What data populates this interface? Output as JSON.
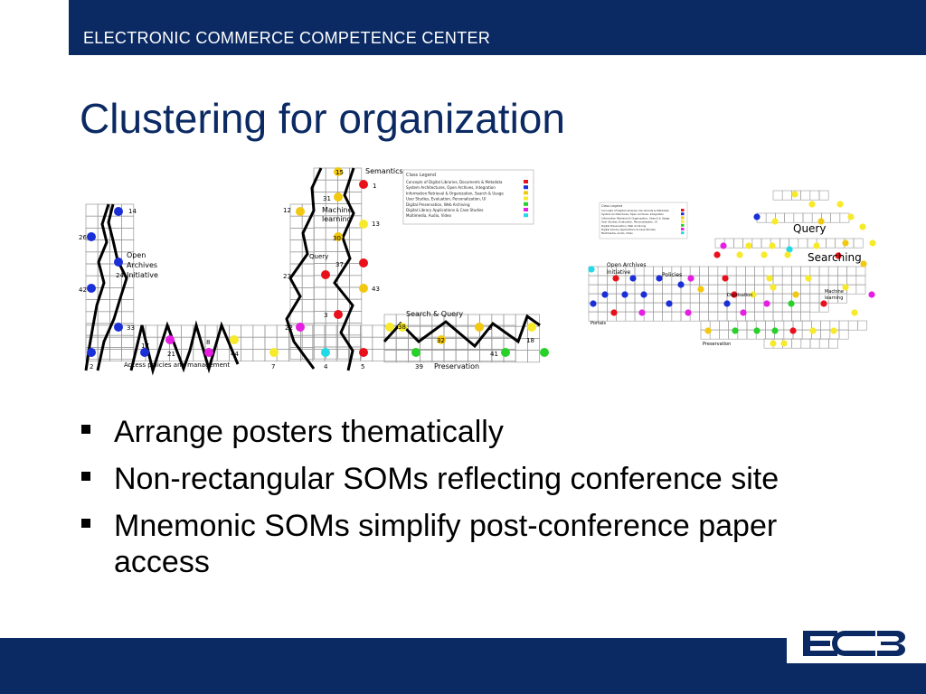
{
  "header": {
    "org_name": "ELECTRONIC COMMERCE COMPETENCE CENTER"
  },
  "slide": {
    "title": "Clustering for organization"
  },
  "bullets": [
    "Arrange posters thematically",
    "Non-rectangular SOMs reflecting conference site",
    "Mnemonic SOMs simplify post-conference paper access"
  ],
  "left_som": {
    "cluster_labels": {
      "semantics": "Semantics",
      "machine_learning_l1": "Machine",
      "machine_learning_l2": "learning",
      "open_archives_l1": "Open",
      "open_archives_l2": "Archives",
      "open_archives_l3": "Initiative",
      "query": "Query",
      "search_query": "Search & Query",
      "access": "Access policies and management",
      "preservation": "Preservation"
    },
    "numbers": [
      "15",
      "1",
      "31",
      "12",
      "13",
      "30",
      "37",
      "23",
      "43",
      "14",
      "26",
      "24",
      "42",
      "33",
      "17",
      "21",
      "8",
      "44",
      "22",
      "3",
      "38",
      "9",
      "32",
      "18",
      "41",
      "2",
      "7",
      "4",
      "5",
      "39"
    ],
    "legend": {
      "title": "Class Legend",
      "items": [
        "Concepts of Digital Libraries, Documents & Metadata",
        "System Architectures, Open Archives, Integration",
        "Information Retrieval & Organization, Search & Usage",
        "User Studies, Evaluation, Personalization, UI",
        "Digital Preservation, Web Archiving",
        "Digital Library Applications & Case Studies",
        "Multimedia, Audio, Video"
      ],
      "colors": [
        "#e8101a",
        "#1a2fd6",
        "#f2c811",
        "#f7ea2a",
        "#27d12a",
        "#e51ee2",
        "#22d9e6"
      ]
    }
  },
  "right_som": {
    "cluster_labels": {
      "query": "Query",
      "searching": "Searching",
      "open_archives_l1": "Open Archives",
      "open_archives_l2": "Initiative",
      "policies": "Policies",
      "digitisation": "Digitisation",
      "machine_learning_l1": "Machine",
      "machine_learning_l2": "learning",
      "portals": "Portals",
      "preservation": "Preservation"
    },
    "legend": {
      "title": "Class Legend",
      "items": [
        "Concepts of Digital Libraries, Documents & Metadata",
        "System Architectures, Open Archives, Integration",
        "Information Retrieval & Organization, Search & Usage",
        "User Studies, Evaluation, Personalization, UI",
        "Digital Preservation, Web Archiving",
        "Digital Library Applications & Case Studies",
        "Multimedia, Audio, Video"
      ]
    }
  },
  "logo": {
    "text": "EC3",
    "color": "#0b2a63"
  }
}
